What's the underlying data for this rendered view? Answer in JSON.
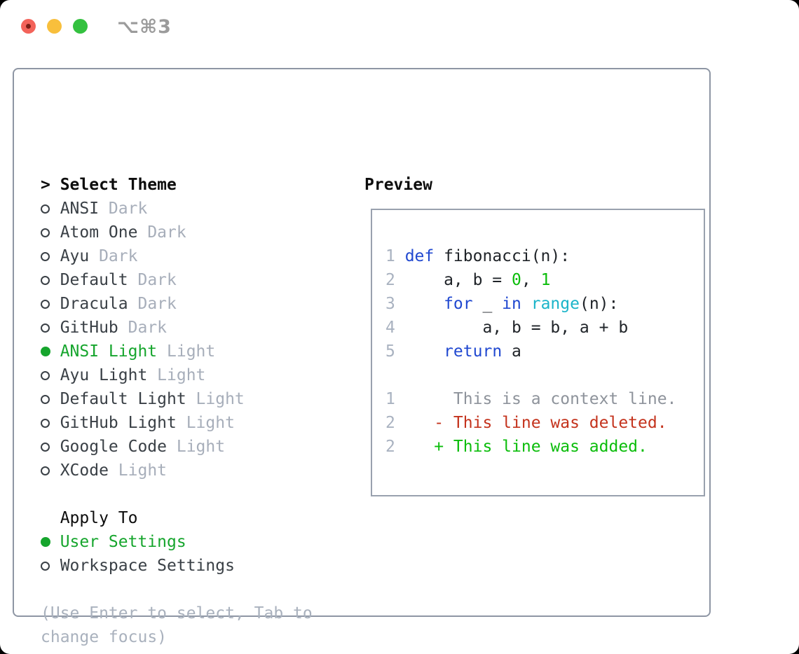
{
  "window": {
    "title": "⌥⌘3",
    "traffic_lights": [
      "close",
      "minimize",
      "zoom"
    ]
  },
  "theme_panel": {
    "header": {
      "prompt": ">",
      "label": "Select Theme"
    },
    "themes": [
      {
        "name": "ANSI",
        "variant": "Dark",
        "selected": false
      },
      {
        "name": "Atom One",
        "variant": "Dark",
        "selected": false
      },
      {
        "name": "Ayu",
        "variant": "Dark",
        "selected": false
      },
      {
        "name": "Default",
        "variant": "Dark",
        "selected": false
      },
      {
        "name": "Dracula",
        "variant": "Dark",
        "selected": false
      },
      {
        "name": "GitHub",
        "variant": "Dark",
        "selected": false
      },
      {
        "name": "ANSI Light",
        "variant": "Light",
        "selected": true
      },
      {
        "name": "Ayu Light",
        "variant": "Light",
        "selected": false
      },
      {
        "name": "Default Light",
        "variant": "Light",
        "selected": false
      },
      {
        "name": "GitHub Light",
        "variant": "Light",
        "selected": false
      },
      {
        "name": "Google Code",
        "variant": "Light",
        "selected": false
      },
      {
        "name": "XCode",
        "variant": "Light",
        "selected": false
      }
    ],
    "apply_to": {
      "label": "Apply To",
      "options": [
        {
          "label": "User Settings",
          "selected": true
        },
        {
          "label": "Workspace Settings",
          "selected": false
        }
      ]
    },
    "hint_lines": [
      "(Use Enter to select, Tab to",
      "change focus)"
    ]
  },
  "preview": {
    "label": "Preview",
    "code_lines": [
      {
        "num": "1",
        "segments": [
          {
            "t": "def",
            "c": "keyword"
          },
          {
            "t": " fibonacci(n):",
            "c": "plain"
          }
        ]
      },
      {
        "num": "2",
        "segments": [
          {
            "t": "    a, b = ",
            "c": "plain"
          },
          {
            "t": "0",
            "c": "number"
          },
          {
            "t": ", ",
            "c": "plain"
          },
          {
            "t": "1",
            "c": "number"
          }
        ]
      },
      {
        "num": "3",
        "segments": [
          {
            "t": "    ",
            "c": "plain"
          },
          {
            "t": "for",
            "c": "keyword"
          },
          {
            "t": " _ ",
            "c": "plain"
          },
          {
            "t": "in",
            "c": "keyword"
          },
          {
            "t": " ",
            "c": "plain"
          },
          {
            "t": "range",
            "c": "builtin"
          },
          {
            "t": "(n):",
            "c": "plain"
          }
        ]
      },
      {
        "num": "4",
        "segments": [
          {
            "t": "        a, b = b, a + b",
            "c": "plain"
          }
        ]
      },
      {
        "num": "5",
        "segments": [
          {
            "t": "    ",
            "c": "plain"
          },
          {
            "t": "return",
            "c": "keyword"
          },
          {
            "t": " a",
            "c": "plain"
          }
        ]
      },
      {
        "num": "",
        "segments": []
      },
      {
        "num": "1",
        "segments": [
          {
            "t": "     This is a context line.",
            "c": "context"
          }
        ]
      },
      {
        "num": "2",
        "segments": [
          {
            "t": "   ",
            "c": "plain"
          },
          {
            "t": "- This line was deleted.",
            "c": "deleted"
          }
        ]
      },
      {
        "num": "2",
        "segments": [
          {
            "t": "   ",
            "c": "plain"
          },
          {
            "t": "+ This line was added.",
            "c": "added"
          }
        ]
      }
    ]
  },
  "colors": {
    "accent_green": "#16a52d",
    "added_green": "#0bbd0b",
    "number_green": "#0bbd0b",
    "deleted_red": "#c4331d",
    "keyword_blue": "#2048d0",
    "builtin_cyan": "#1ab4c9",
    "context_gray": "#8e939b",
    "lineno_gray": "#a9b2c0",
    "name_dark": "#3a4046",
    "variant_gray": "#a7aeba",
    "hint_gray": "#a9b1bd",
    "border_gray": "#8e96a4",
    "preview_border": "#99a1ae",
    "title_gray": "#9b9b9b",
    "black": "#0d0d0d",
    "code_plain": "#1f2328",
    "traffic_red": "#f3635a",
    "traffic_red_dot": "#7c1f17",
    "traffic_yellow": "#f8bf3c",
    "traffic_green": "#34c13f"
  }
}
